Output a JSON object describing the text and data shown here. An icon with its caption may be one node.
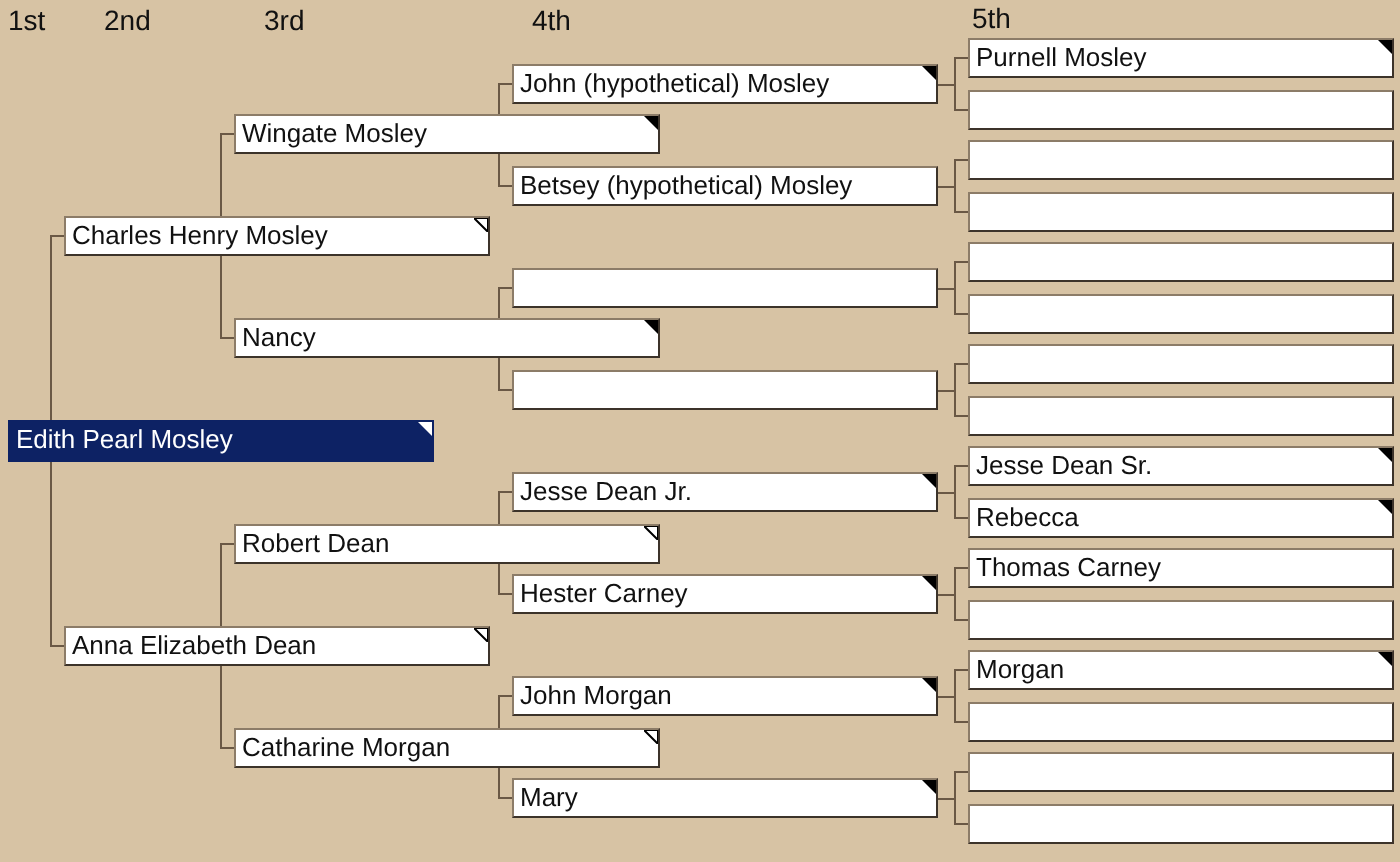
{
  "diagram": {
    "nodes": [
      {
        "text": [
          "Edith Pearl Mosley"
        ]
      },
      {
        "text": [
          "Charles Henry Mosley"
        ]
      },
      {
        "text": [
          "Anna Elizabeth Dean"
        ]
      },
      {
        "text": [
          "Wingate Mosley"
        ]
      },
      {
        "text": [
          "Nancy"
        ]
      },
      {
        "text": [
          "Robert Dean"
        ]
      },
      {
        "text": [
          "Catharine Morgan"
        ]
      },
      {
        "text": [
          "John (hypothetical) Mosley"
        ]
      },
      {
        "text": [
          "Betsey (hypothetical) Mosley"
        ]
      },
      {
        "text": [],
        "shape": "box"
      },
      {
        "text": [],
        "shape": "box"
      },
      {
        "text": [
          "Jesse Dean Jr."
        ]
      },
      {
        "text": [
          "Hester Carney"
        ]
      },
      {
        "text": [
          "John Morgan"
        ]
      },
      {
        "text": [
          "Mary"
        ]
      },
      {
        "text": [
          "Purnell Mosley"
        ]
      },
      {
        "text": [],
        "shape": "box"
      },
      {
        "text": [],
        "shape": "box"
      },
      {
        "text": [],
        "shape": "box"
      },
      {
        "text": [],
        "shape": "box"
      },
      {
        "text": [],
        "shape": "box"
      },
      {
        "text": [],
        "shape": "box"
      },
      {
        "text": [],
        "shape": "box"
      },
      {
        "text": [
          "Jesse Dean Sr."
        ]
      },
      {
        "text": [
          "Rebecca"
        ]
      },
      {
        "text": [
          "Thomas Carney"
        ]
      },
      {
        "text": [],
        "shape": "box"
      },
      {
        "text": [
          "Morgan"
        ]
      },
      {
        "text": [],
        "shape": "box"
      },
      {
        "text": [],
        "shape": "box"
      },
      {
        "text": [],
        "shape": "box"
      }
    ],
    "edges": [
      {
        "from": 0,
        "to": 1,
        "arrow": "none"
      },
      {
        "from": 0,
        "to": 2,
        "arrow": "none"
      },
      {
        "from": 1,
        "to": 3,
        "arrow": "none"
      },
      {
        "from": 1,
        "to": 4,
        "arrow": "none"
      },
      {
        "from": 2,
        "to": 5,
        "arrow": "none"
      },
      {
        "from": 2,
        "to": 6,
        "arrow": "none"
      },
      {
        "from": 3,
        "to": 7,
        "arrow": "none"
      },
      {
        "from": 3,
        "to": 8,
        "arrow": "none"
      },
      {
        "from": 4,
        "to": 9,
        "arrow": "none"
      },
      {
        "from": 4,
        "to": 10,
        "arrow": "none"
      },
      {
        "from": 5,
        "to": 11,
        "arrow": "none"
      },
      {
        "from": 5,
        "to": 12,
        "arrow": "none"
      },
      {
        "from": 6,
        "to": 13,
        "arrow": "none"
      },
      {
        "from": 6,
        "to": 14,
        "arrow": "none"
      },
      {
        "from": 7,
        "to": 15,
        "arrow": "none"
      },
      {
        "from": 7,
        "to": 16,
        "arrow": "none"
      },
      {
        "from": 8,
        "to": 17,
        "arrow": "none"
      },
      {
        "from": 8,
        "to": 18,
        "arrow": "none"
      },
      {
        "from": 9,
        "to": 19,
        "arrow": "none"
      },
      {
        "from": 9,
        "to": 20,
        "arrow": "none"
      },
      {
        "from": 10,
        "to": 21,
        "arrow": "none"
      },
      {
        "from": 10,
        "to": 22,
        "arrow": "none"
      },
      {
        "from": 11,
        "to": 23,
        "arrow": "none"
      },
      {
        "from": 11,
        "to": 24,
        "arrow": "none"
      },
      {
        "from": 12,
        "to": 25,
        "arrow": "none"
      },
      {
        "from": 12,
        "to": 26,
        "arrow": "none"
      },
      {
        "from": 13,
        "to": 27,
        "arrow": "none"
      },
      {
        "from": 13,
        "to": 28,
        "arrow": "none"
      },
      {
        "from": 14,
        "to": 29,
        "arrow": "none"
      },
      {
        "from": 14,
        "to": 30,
        "arrow": "none"
      }
    ],
    "labels": [
      "1st",
      "2nd",
      "3rd",
      "4th",
      "5th"
    ]
  }
}
